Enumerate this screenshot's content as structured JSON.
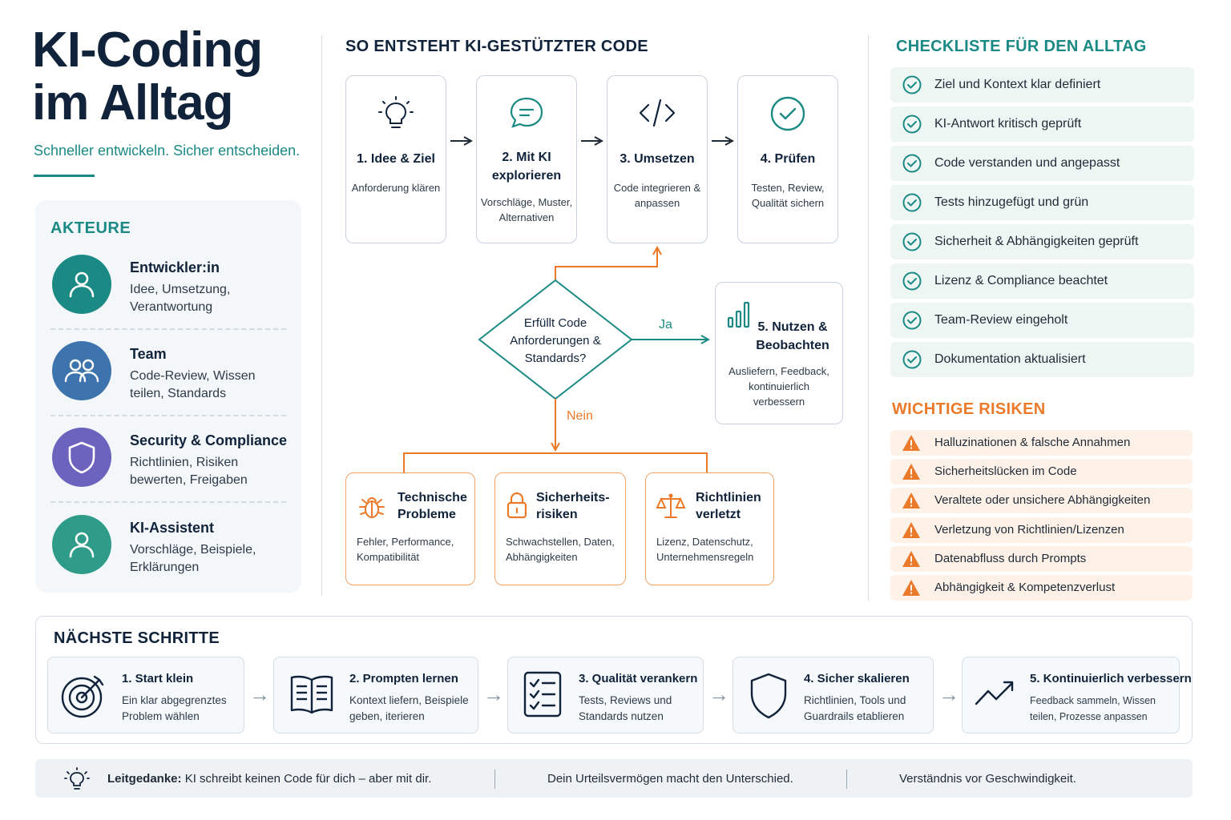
{
  "header": {
    "title_line1": "KI-Coding",
    "title_line2": "im Alltag",
    "subtitle": "Schneller entwickeln. Sicher entscheiden."
  },
  "actors": {
    "heading": "AKTEURE",
    "items": [
      {
        "name": "Entwickler:in",
        "desc": "Idee, Umsetzung, Verantwortung",
        "icon": "person-icon",
        "color": "#1b8a84"
      },
      {
        "name": "Team",
        "desc": "Code-Review, Wissen teilen, Standards",
        "icon": "group-icon",
        "color": "#3d74ad"
      },
      {
        "name": "Security & Compliance",
        "desc": "Richtlinien, Risiken bewerten, Freigaben",
        "icon": "shield-icon",
        "color": "#6b63bd"
      },
      {
        "name": "KI-Assistent",
        "desc": "Vorschläge, Beispiele, Erklärungen",
        "icon": "person-icon",
        "color": "#2f9b89"
      }
    ]
  },
  "process": {
    "heading": "SO ENTSTEHT KI-GESTÜTZTER CODE",
    "steps": [
      {
        "title": "1. Idee & Ziel",
        "desc": "Anforderung klären",
        "icon": "lightbulb-icon"
      },
      {
        "title": "2. Mit KI explorieren",
        "desc": "Vorschläge, Muster, Alternativen",
        "icon": "chat-bubble-icon"
      },
      {
        "title": "3. Umsetzen",
        "desc": "Code integrieren & anpassen",
        "icon": "code-icon"
      },
      {
        "title": "4. Prüfen",
        "desc": "Testen, Review, Qualität sichern",
        "icon": "check-circle-icon"
      }
    ],
    "decision": "Erfüllt Code Anforderungen & Standards?",
    "yes_label": "Ja",
    "no_label": "Nein",
    "use": {
      "title": "5. Nutzen & Beobachten",
      "desc": "Ausliefern, Feedback, kontinuierlich verbessern",
      "icon": "bar-chart-icon"
    },
    "problems": [
      {
        "title": "Technische Probleme",
        "desc": "Fehler, Performance, Kompatibilität",
        "icon": "bug-icon"
      },
      {
        "title": "Sicherheits-risiken",
        "desc": "Schwachstellen, Daten, Abhängigkeiten",
        "icon": "lock-icon"
      },
      {
        "title": "Richtlinien verletzt",
        "desc": "Lizenz, Datenschutz, Unternehmensregeln",
        "icon": "scales-icon"
      }
    ]
  },
  "checklist": {
    "heading": "CHECKLISTE FÜR DEN ALLTAG",
    "items": [
      "Ziel und Kontext klar definiert",
      "KI-Antwort kritisch geprüft",
      "Code verstanden und angepasst",
      "Tests hinzugefügt und grün",
      "Sicherheit & Abhängigkeiten geprüft",
      "Lizenz & Compliance beachtet",
      "Team-Review eingeholt",
      "Dokumentation aktualisiert"
    ]
  },
  "risks": {
    "heading": "WICHTIGE RISIKEN",
    "items": [
      "Halluzinationen & falsche Annahmen",
      "Sicherheitslücken im Code",
      "Veraltete oder unsichere Abhängigkeiten",
      "Verletzung von Richtlinien/Lizenzen",
      "Datenabfluss durch Prompts",
      "Abhängigkeit & Kompetenzverlust"
    ]
  },
  "next_steps": {
    "heading": "NÄCHSTE SCHRITTE",
    "items": [
      {
        "title": "1. Start klein",
        "desc": "Ein klar abgegrenztes Problem wählen",
        "icon": "target-icon"
      },
      {
        "title": "2. Prompten lernen",
        "desc": "Kontext liefern, Beispiele geben, iterieren",
        "icon": "book-icon"
      },
      {
        "title": "3. Qualität verankern",
        "desc": "Tests, Reviews und Standards nutzen",
        "icon": "checklist-icon"
      },
      {
        "title": "4. Sicher skalieren",
        "desc": "Richtlinien, Tools und Guardrails etablieren",
        "icon": "shield-icon"
      },
      {
        "title": "5. Kontinuierlich verbessern",
        "desc": "Feedback sammeln, Wissen teilen, Prozesse anpassen",
        "icon": "trend-up-icon"
      }
    ]
  },
  "footer": {
    "label": "Leitgedanke:",
    "text1": "KI schreibt keinen Code für dich – aber mit dir.",
    "text2": "Dein Urteilsvermögen macht den Unterschied.",
    "text3": "Verständnis vor Geschwindigkeit."
  },
  "colors": {
    "teal": "#1b8a84",
    "orange": "#ea7a2a",
    "navy": "#10233a"
  }
}
